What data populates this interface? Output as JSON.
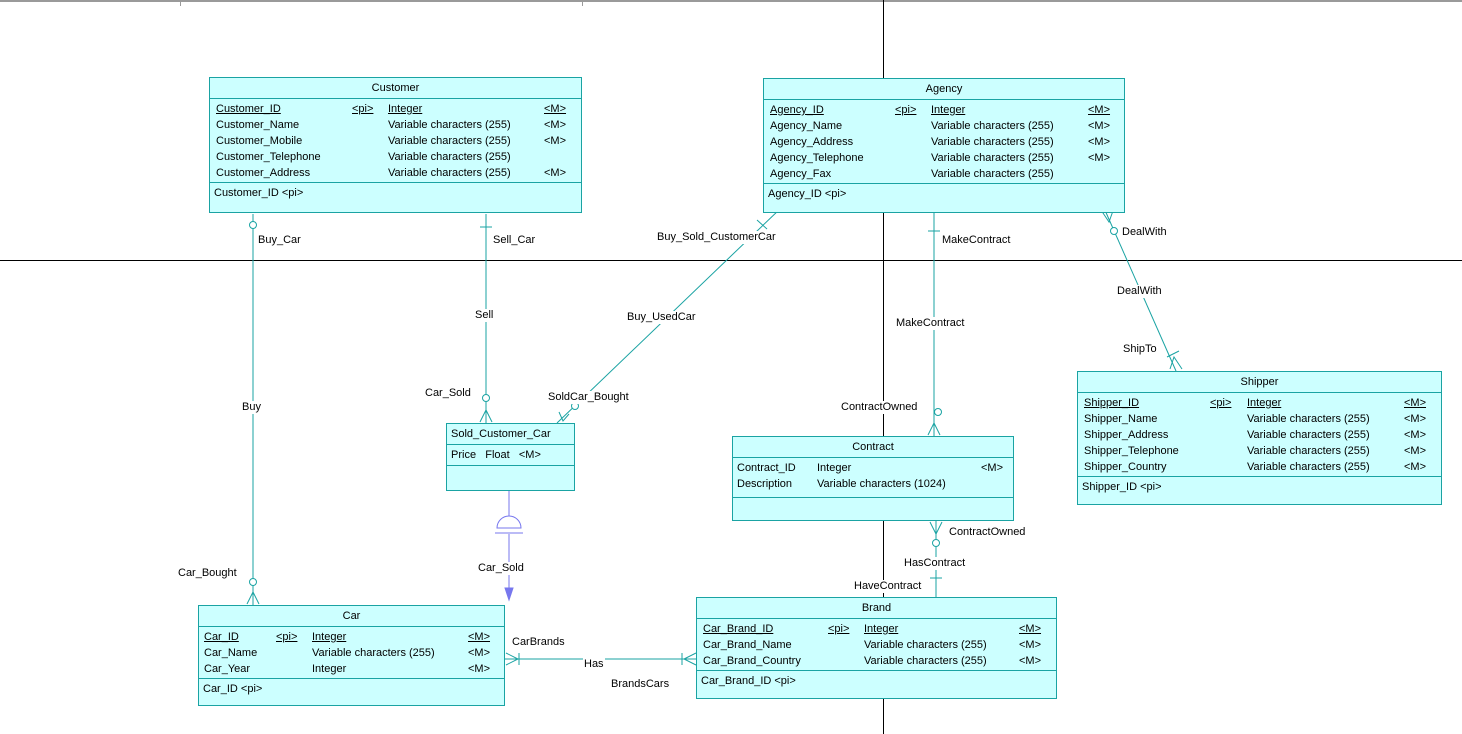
{
  "entities": {
    "customer": {
      "title": "Customer",
      "attrs": [
        {
          "name": "Customer_ID",
          "key": "<pi>",
          "type": "Integer",
          "m": "<M>"
        },
        {
          "name": "Customer_Name",
          "key": "",
          "type": "Variable characters (255)",
          "m": "<M>"
        },
        {
          "name": "Customer_Mobile",
          "key": "",
          "type": "Variable characters (255)",
          "m": "<M>"
        },
        {
          "name": "Customer_Telephone",
          "key": "",
          "type": "Variable characters (255)",
          "m": ""
        },
        {
          "name": "Customer_Address",
          "key": "",
          "type": "Variable characters (255)",
          "m": "<M>"
        }
      ],
      "identifier": "Customer_ID  <pi>"
    },
    "agency": {
      "title": "Agency",
      "attrs": [
        {
          "name": "Agency_ID",
          "key": "<pi>",
          "type": "Integer",
          "m": "<M>"
        },
        {
          "name": "Agency_Name",
          "key": "",
          "type": "Variable characters (255)",
          "m": "<M>"
        },
        {
          "name": "Agency_Address",
          "key": "",
          "type": "Variable characters (255)",
          "m": "<M>"
        },
        {
          "name": "Agency_Telephone",
          "key": "",
          "type": "Variable characters (255)",
          "m": "<M>"
        },
        {
          "name": "Agency_Fax",
          "key": "",
          "type": "Variable characters (255)",
          "m": ""
        }
      ],
      "identifier": "Agency_ID  <pi>"
    },
    "shipper": {
      "title": "Shipper",
      "attrs": [
        {
          "name": "Shipper_ID",
          "key": "<pi>",
          "type": "Integer",
          "m": "<M>"
        },
        {
          "name": "Shipper_Name",
          "key": "",
          "type": "Variable characters (255)",
          "m": "<M>"
        },
        {
          "name": "Shipper_Address",
          "key": "",
          "type": "Variable characters (255)",
          "m": "<M>"
        },
        {
          "name": "Shipper_Telephone",
          "key": "",
          "type": "Variable characters (255)",
          "m": "<M>"
        },
        {
          "name": "Shipper_Country",
          "key": "",
          "type": "Variable characters (255)",
          "m": "<M>"
        }
      ],
      "identifier": "Shipper_ID  <pi>"
    },
    "sold_customer_car": {
      "title": "Sold_Customer_Car",
      "attr_line": "Price   Float   <M>"
    },
    "contract": {
      "title": "Contract",
      "attrs": [
        {
          "name": "Contract_ID",
          "type": "Integer",
          "m": "<M>"
        },
        {
          "name": "Description",
          "type": "Variable characters (1024)",
          "m": ""
        }
      ]
    },
    "car": {
      "title": "Car",
      "attrs": [
        {
          "name": "Car_ID",
          "key": "<pi>",
          "type": "Integer",
          "m": "<M>"
        },
        {
          "name": "Car_Name",
          "key": "",
          "type": "Variable characters (255)",
          "m": "<M>"
        },
        {
          "name": "Car_Year",
          "key": "",
          "type": "Integer",
          "m": "<M>"
        }
      ],
      "identifier": "Car_ID  <pi>"
    },
    "brand": {
      "title": "Brand",
      "attrs": [
        {
          "name": "Car_Brand_ID",
          "key": "<pi>",
          "type": "Integer",
          "m": "<M>"
        },
        {
          "name": "Car_Brand_Name",
          "key": "",
          "type": "Variable characters (255)",
          "m": "<M>"
        },
        {
          "name": "Car_Brand_Country",
          "key": "",
          "type": "Variable characters (255)",
          "m": "<M>"
        }
      ],
      "identifier": "Car_Brand_ID  <pi>"
    }
  },
  "labels": {
    "buy_car": "Buy_Car",
    "sell_car": "Sell_Car",
    "buy_sold_customer_car": "Buy_Sold_CustomerCar",
    "make_contract_top": "MakeContract",
    "deal_with_top": "DealWith",
    "deal_with_mid": "DealWith",
    "sell": "Sell",
    "buy_used_car": "Buy_UsedCar",
    "make_contract_mid": "MakeContract",
    "ship_to": "ShipTo",
    "buy": "Buy",
    "car_sold_top": "Car_Sold",
    "sold_car_bought": "SoldCar_Bought",
    "contract_owned_top": "ContractOwned",
    "contract_owned_bottom": "ContractOwned",
    "has_contract": "HasContract",
    "car_sold_bottom": "Car_Sold",
    "car_bought": "Car_Bought",
    "have_contract": "HaveContract",
    "car_brands": "CarBrands",
    "has": "Has",
    "brands_cars": "BrandsCars"
  },
  "colors": {
    "entity_fill": "#ccffff",
    "entity_border": "#1aa3a3",
    "relationship_line": "#1aa3a3",
    "inheritance_line": "#7777ee",
    "page_break_line": "#000000"
  }
}
